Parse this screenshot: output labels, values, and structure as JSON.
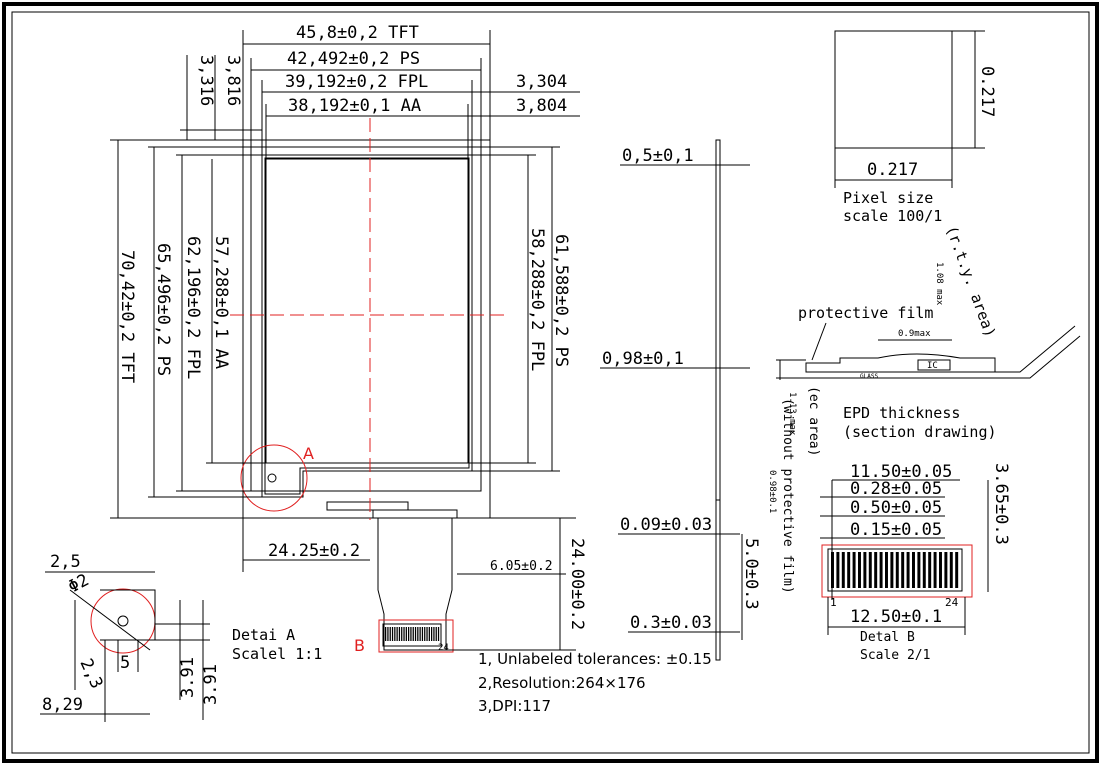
{
  "front_view": {
    "width_tft": "45,8±0,2 TFT",
    "width_ps": "42,492±0,2 PS",
    "width_fpl": "39,192±0,2 FPL",
    "width_aa": "38,192±0,1 AA",
    "left_offset_1": "3,316",
    "left_offset_2": "3,816",
    "right_offset_1": "3,304",
    "right_offset_2": "3,804",
    "height_tft": "70,42±0,2 TFT",
    "height_ps": "65,496±0,2 PS",
    "height_fpl": "62,196±0,2 FPL",
    "height_aa": "57,288±0,1 AA",
    "height_ps_right": "61,588±0,2 PS",
    "height_fpl_right": "58,288±0,2 FPL",
    "fpc_offset": "24.25±0.2",
    "fpc_width": "6.05±0.2",
    "fpc_length": "24.00±0.2",
    "detail_a_marker": "A",
    "detail_b_marker": "B",
    "fpc_pin_label": "24"
  },
  "side_view": {
    "top_thickness": "0,5±0,1",
    "mid_thickness": "0,98±0,1",
    "tail_thickness_1": "0.09±0.03",
    "tail_thickness_2": "0.3±0.03",
    "tail_length": "5.0±0.3"
  },
  "pixel": {
    "height": "0.217",
    "width": "0.217",
    "caption_1": "Pixel size",
    "caption_2": "scale 100/1"
  },
  "section": {
    "label_protective": "protective film",
    "label_09max": "0.9max",
    "label_108max": "1.08 max",
    "label_rty": "(r.t.y. area)",
    "label_113max": "1.13 max",
    "label_ec": "(ec area)",
    "label_without": "(without protective film)",
    "label_098": "0.98±0.1",
    "label_glass": "GLASS",
    "label_ic": "IC",
    "caption_1": "EPD thickness",
    "caption_2": "(section drawing)"
  },
  "detail_a": {
    "dim_25": "2,5",
    "dim_phi2": "Φ2",
    "dim_5": "5",
    "dim_23": "2,3",
    "dim_391a": "3.91",
    "dim_391b": "3.91",
    "dim_829": "8,29",
    "caption_1": "Detai A",
    "caption_2": "Scalel 1:1"
  },
  "detail_b": {
    "dim_total": "11.50±0.05",
    "dim_028": "0.28±0.05",
    "dim_050": "0.50±0.05",
    "dim_015": "0.15±0.05",
    "dim_height": "3.65±0.3",
    "dim_width": "12.50±0.1",
    "pin_1": "1",
    "pin_24": "24",
    "caption_1": "Detal B",
    "caption_2": "Scale 2/1"
  },
  "notes": [
    "1, Unlabeled tolerances: ±0.15",
    "2,Resolution:264×176",
    "3,DPI:117"
  ]
}
